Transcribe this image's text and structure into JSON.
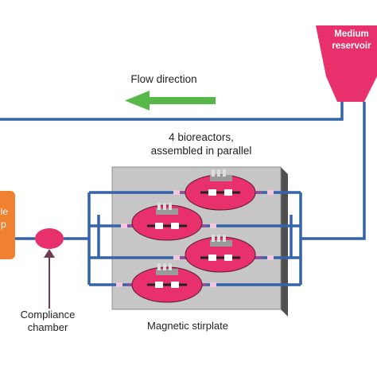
{
  "labels": {
    "reservoir_line1": "Medium",
    "reservoir_line2": "reservoir",
    "flow_direction": "Flow direction",
    "bioreactors_line1": "4 bioreactors,",
    "bioreactors_line2": "assembled in parallel",
    "stirplate": "Magnetic stirplate",
    "compliance_line1": "Compliance",
    "compliance_line2": "chamber",
    "pump_line1": "lle",
    "pump_line2": "p"
  },
  "colors": {
    "tubing": "#3563a8",
    "reservoir": "#e8306c",
    "bioreactor": "#e8306c",
    "connector": "#8e4c9c",
    "arrow": "#55b848",
    "compliance": "#e8306c",
    "pump": "#f08130",
    "stirplate_top": "#c6c6c6",
    "stirplate_side": "#4f4f4f"
  },
  "bioreactor_count": 4
}
